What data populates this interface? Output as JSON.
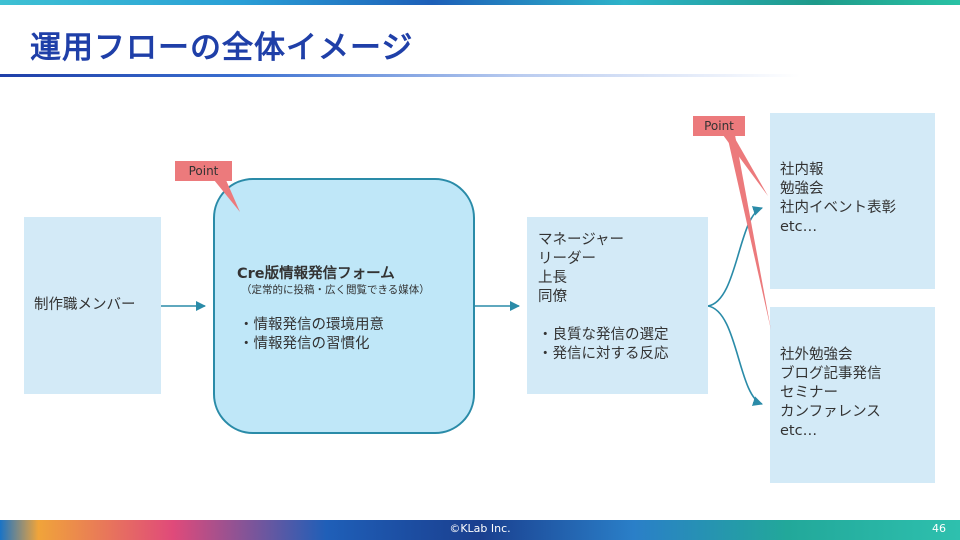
{
  "slide": {
    "title": "運用フローの全体イメージ",
    "copyright": "©KLab Inc.",
    "page_number": "46"
  },
  "diagram": {
    "members_box": {
      "label": "制作職メンバー"
    },
    "platform_box": {
      "title": "Cre版情報発信フォーム",
      "subtitle": "（定常的に投稿・広く閲覧できる媒体）",
      "points": [
        "・情報発信の環境用意",
        "・情報発信の習慣化"
      ]
    },
    "managers_box": {
      "roles": [
        "マネージャー",
        "リーダー",
        "上長",
        "同僚"
      ],
      "actions": [
        "・良質な発信の選定",
        "・発信に対する反応"
      ]
    },
    "internal_box": {
      "items": [
        "社内報",
        "勉強会",
        "社内イベント表彰",
        "etc…"
      ]
    },
    "external_box": {
      "items": [
        "社外勉強会",
        "ブログ記事発信",
        "セミナー",
        "カンファレンス",
        "etc…"
      ]
    },
    "callouts": {
      "platform_point": "Point",
      "destination_point": "Point"
    },
    "colors": {
      "title": "#1f3fa8",
      "box_fill": "#d3eaf7",
      "platform_fill": "#bfe7f8",
      "connector": "#2a8ba8",
      "callout": "#ec7a7c"
    }
  }
}
